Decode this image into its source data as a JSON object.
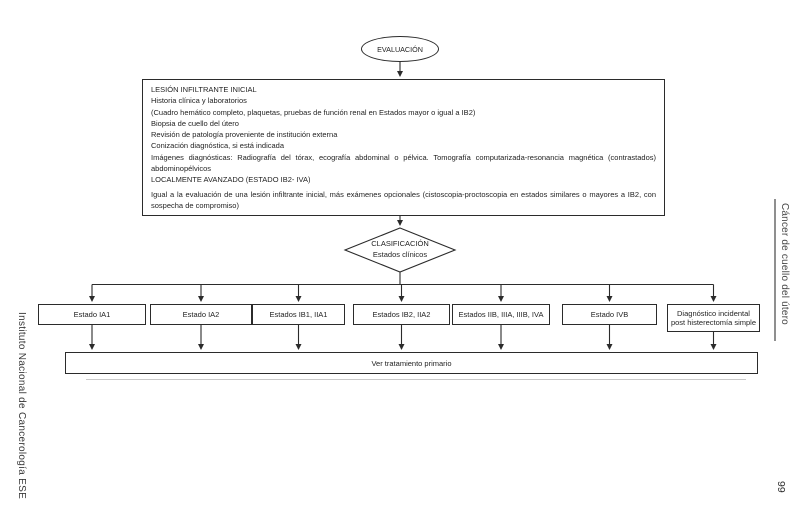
{
  "margins": {
    "left_vertical_text": "Instituto Nacional de Cancerología ESE",
    "right_vertical_text": "Cáncer de cuello del útero",
    "page_number": "99"
  },
  "flowchart": {
    "start_label": "EVALUACIÓN",
    "evaluation_box": {
      "section1_title": "LESIÓN INFILTRANTE INICIAL",
      "section1_lines": [
        "Historia clínica y laboratorios",
        "(Cuadro hemático completo, plaquetas, pruebas de función renal en Estados mayor o igual a IB2)",
        "Biopsia de cuello del útero",
        "Revisión de patología proveniente de institución externa",
        "Conización diagnóstica, si está indicada",
        "Imágenes diagnósticas: Radiografía del tórax, ecografía abdominal o pélvica. Tomografía computarizada-resonancia magnética (contrastados) abdominopélvicos"
      ],
      "section2_title": "LOCALMENTE AVANZADO (ESTADO IB2- IVA)",
      "section2_lines": [
        "Igual a la evaluación de una lesión infiltrante inicial, más exámenes opcionales (cistoscopia-proctoscopia en estados similares o mayores a IB2, con sospecha de compromiso)"
      ]
    },
    "decision": {
      "title": "CLASIFICACIÓN",
      "subtitle": "Estados clínicos"
    },
    "stages": [
      "Estado IA1",
      "Estado IA2",
      "Estados IB1, IIA1",
      "Estados IB2, IIA2",
      "Estados IIB, IIIA, IIIB, IVA",
      "Estado IVB",
      "Diagnóstico incidental post histerectomía simple"
    ],
    "outcome_label": "Ver tratamiento primario"
  }
}
